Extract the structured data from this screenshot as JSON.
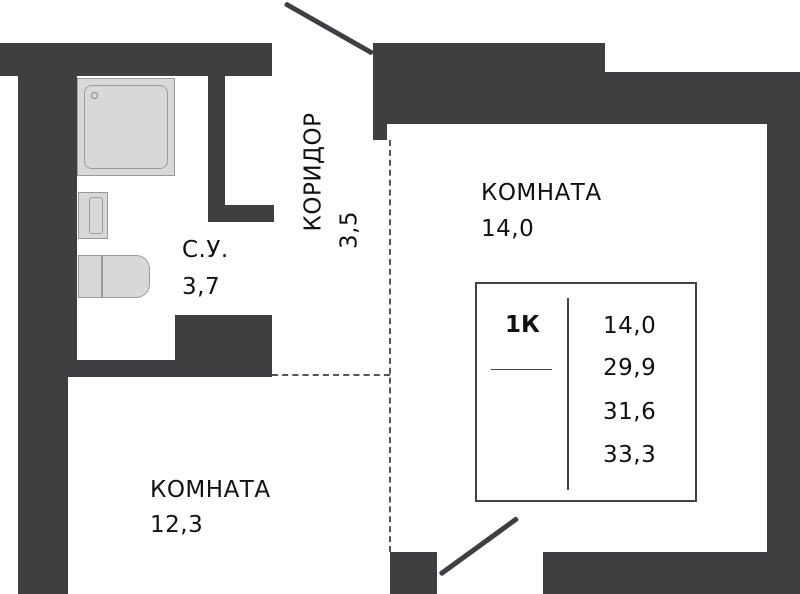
{
  "plan": {
    "rooms": [
      {
        "name": "КОМНАТА",
        "area": "14,0"
      },
      {
        "name": "КОМНАТА",
        "area": "12,3"
      },
      {
        "name": "С.У.",
        "area": "3,7"
      },
      {
        "name": "КОРИДОР",
        "area": "3,5"
      }
    ],
    "summary": {
      "type": "1К",
      "values": [
        "14,0",
        "29,9",
        "31,6",
        "33,3"
      ]
    },
    "colors": {
      "wall": "#3f3f42",
      "fixture": "#d8d8d8"
    }
  }
}
